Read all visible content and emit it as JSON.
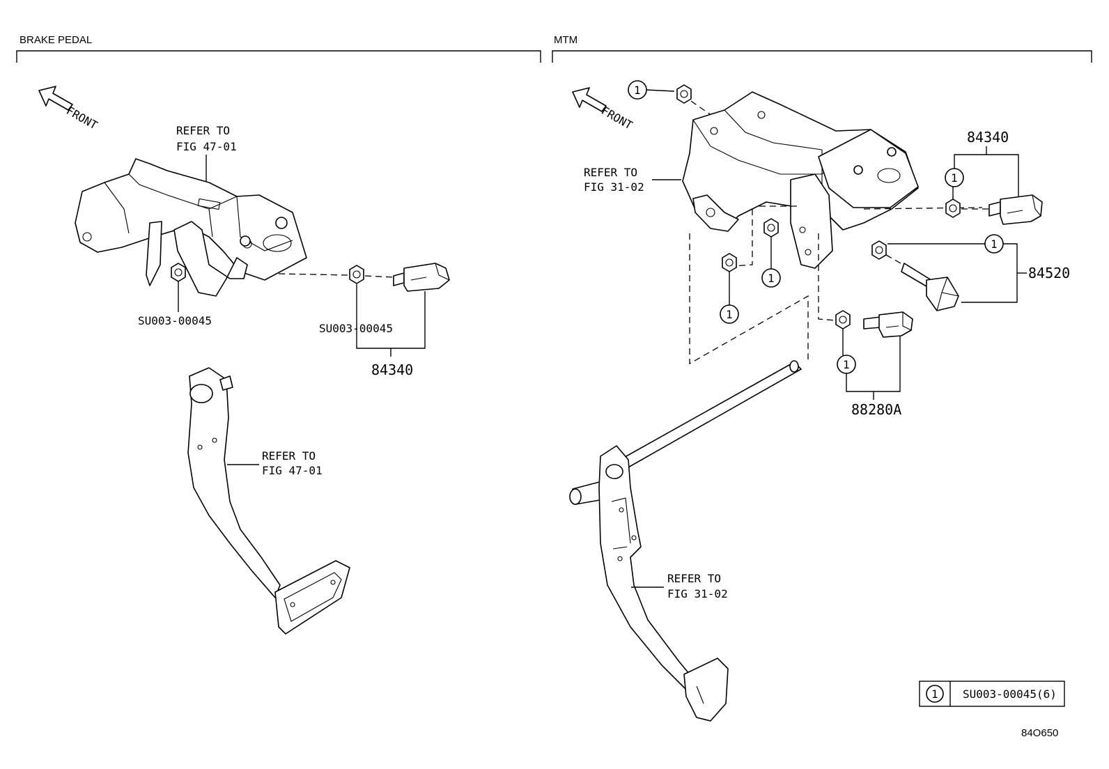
{
  "diagram": {
    "sections": {
      "left": "BRAKE PEDAL",
      "right": "MTM"
    },
    "front_label": "FRONT",
    "left": {
      "refer_bracket": [
        "REFER TO",
        "FIG 47-01"
      ],
      "refer_pedal": [
        "REFER TO",
        "FIG 47-01"
      ],
      "nut_label_1": "SU003-00045",
      "nut_label_2": "SU003-00045",
      "switch_part": "84340"
    },
    "right": {
      "refer_bracket": [
        "REFER TO",
        "FIG 31-02"
      ],
      "refer_pedal": [
        "REFER TO",
        "FIG 31-02"
      ],
      "switch_84340": "84340",
      "switch_84520": "84520",
      "switch_88280A": "88280A",
      "callout_mark": "1"
    },
    "legend": {
      "mark": "1",
      "text": "SU003-00045(6)"
    },
    "figure_id": "84O650"
  }
}
